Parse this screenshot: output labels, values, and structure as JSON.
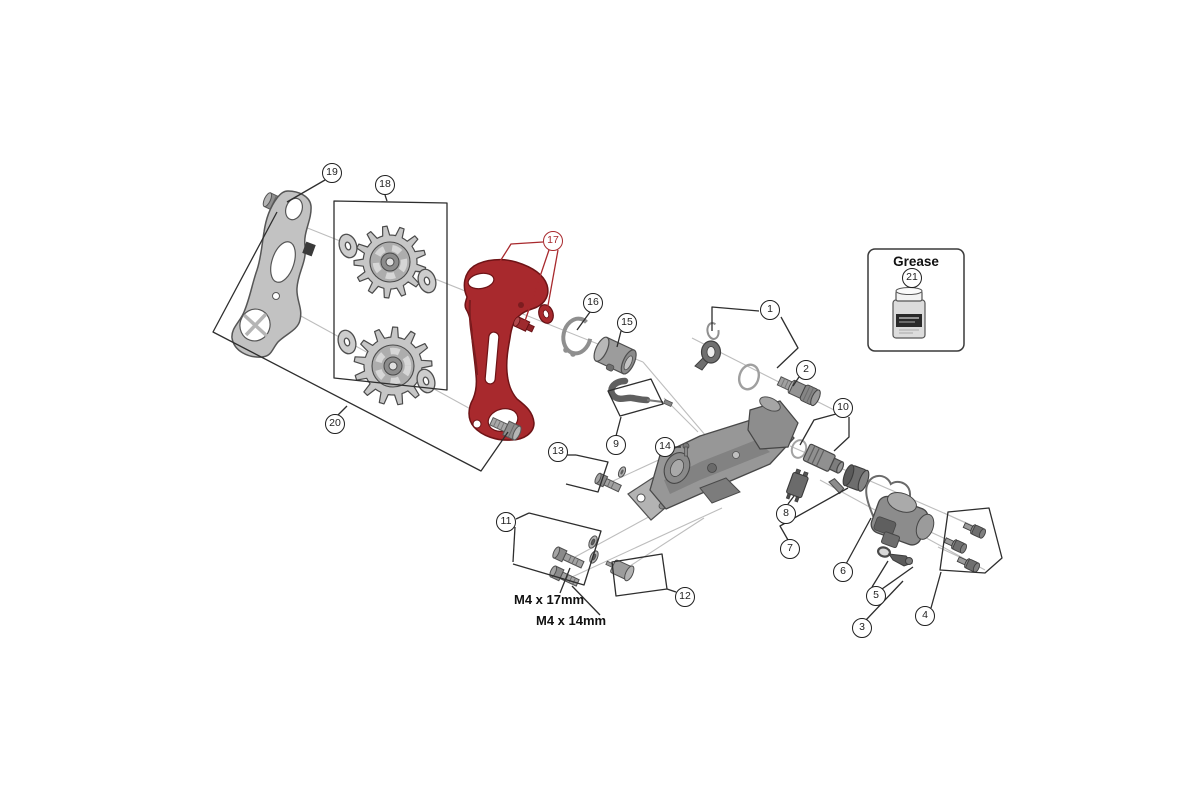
{
  "page": {
    "background": "#ffffff"
  },
  "colors": {
    "highlight_red": "#a8292d",
    "highlight_red_dark": "#6e1316",
    "part_gray": "#9a9a9a",
    "outline": "#2e2e2e",
    "axis_gray": "#bdbdbd",
    "callout_red": "#a8292d"
  },
  "grease_box": {
    "title": "Grease"
  },
  "labels": {
    "bolt_spec_17": "M4 x 17mm",
    "bolt_spec_14": "M4 x 14mm"
  },
  "callouts": [
    {
      "label": "1"
    },
    {
      "label": "2"
    },
    {
      "label": "3"
    },
    {
      "label": "4"
    },
    {
      "label": "5"
    },
    {
      "label": "6"
    },
    {
      "label": "7"
    },
    {
      "label": "8"
    },
    {
      "label": "9"
    },
    {
      "label": "10"
    },
    {
      "label": "11"
    },
    {
      "label": "12"
    },
    {
      "label": "13"
    },
    {
      "label": "14"
    },
    {
      "label": "15"
    },
    {
      "label": "16"
    },
    {
      "label": "17",
      "highlighted": true
    },
    {
      "label": "18"
    },
    {
      "label": "19"
    },
    {
      "label": "20"
    },
    {
      "label": "21"
    }
  ]
}
